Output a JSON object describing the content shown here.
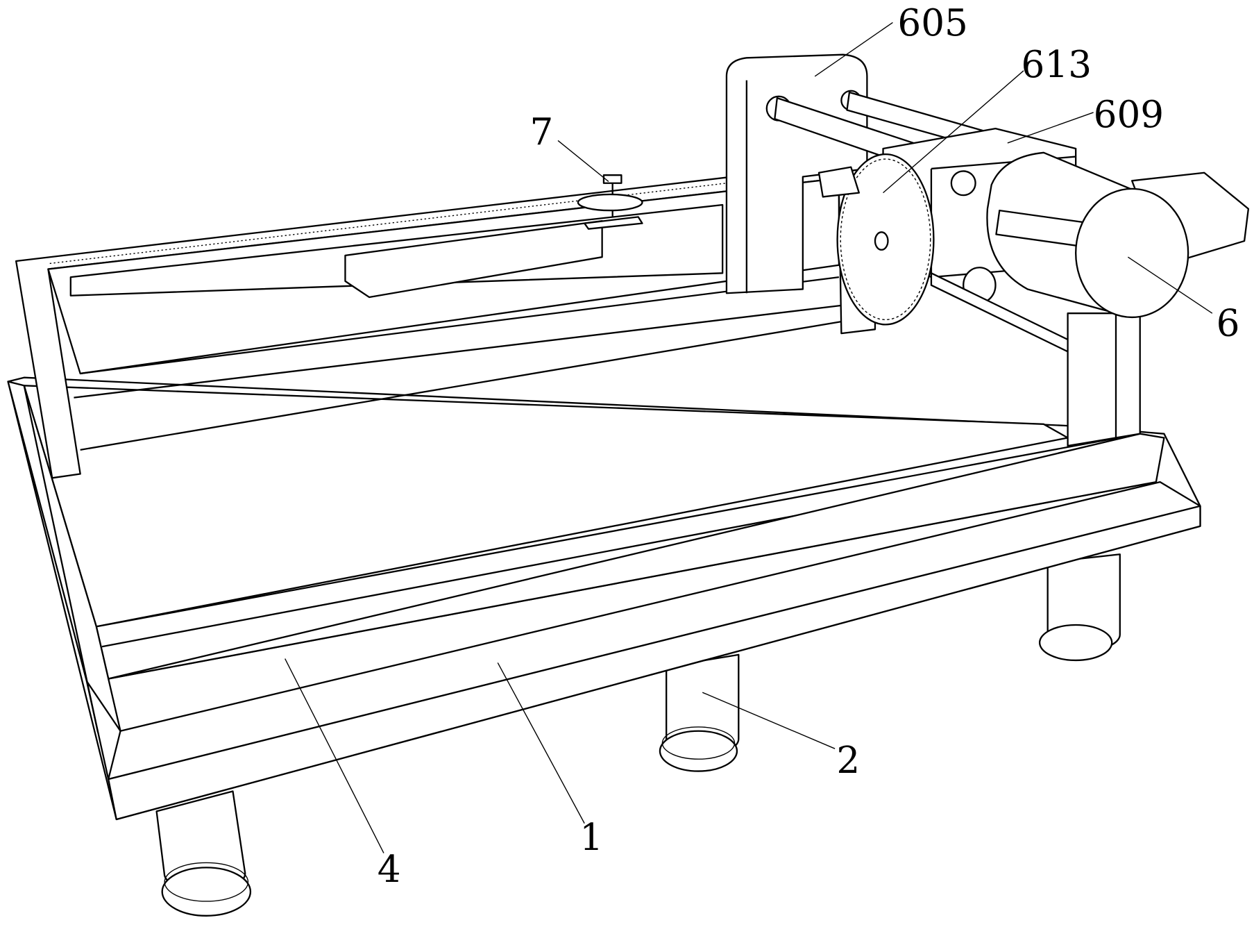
{
  "figure": {
    "labels": {
      "l605": "605",
      "l613": "613",
      "l609": "609",
      "l7": "7",
      "l6": "6",
      "l2": "2",
      "l1": "1",
      "l4": "4"
    }
  }
}
